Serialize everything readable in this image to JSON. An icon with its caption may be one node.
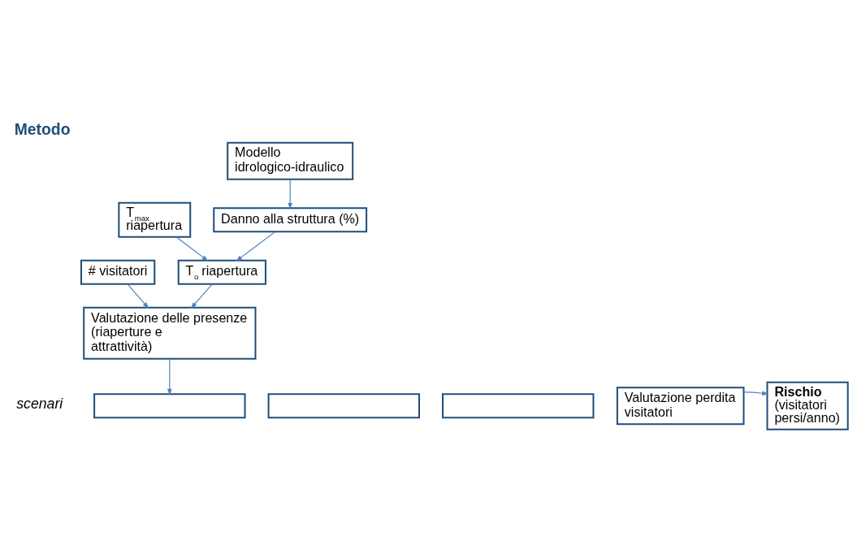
{
  "diagram": {
    "title": "Metodo",
    "nodes": [
      {
        "text": [
          "# visitatori"
        ]
      },
      {
        "text": [
          "Modello idrologico-idraulico"
        ]
      },
      {
        "text": [
          "T$_{max}$ riapertura"
        ]
      },
      {
        "text": [
          "Danno alla struttura (%)"
        ]
      },
      {
        "text": [
          "T$_{o}$ riapertura"
        ]
      },
      {
        "text": [
          "Valutazione delle presenze (riaperture e attrattività)"
        ]
      },
      {
        "text": [],
        "shape": "box"
      },
      {
        "text": [],
        "shape": "box"
      },
      {
        "text": [],
        "shape": "box"
      },
      {
        "text": [
          "Valutazione perdita visitatori"
        ]
      },
      {
        "text": [
          "Rischio",
          "(visitatori persi/anno)"
        ]
      }
    ],
    "edges": [
      {
        "from": 1,
        "to": 3,
        "arrow": "to"
      },
      {
        "from": 3,
        "to": 4,
        "arrow": "to"
      },
      {
        "from": 2,
        "to": 4,
        "arrow": "to"
      },
      {
        "from": 4,
        "to": 5,
        "arrow": "to"
      },
      {
        "from": 0,
        "to": 5,
        "arrow": "to"
      },
      {
        "from": 5,
        "to": 6,
        "arrow": "to"
      },
      {
        "from": 9,
        "to": 10,
        "arrow": "to"
      }
    ],
    "labels": [
      "scenari"
    ]
  }
}
